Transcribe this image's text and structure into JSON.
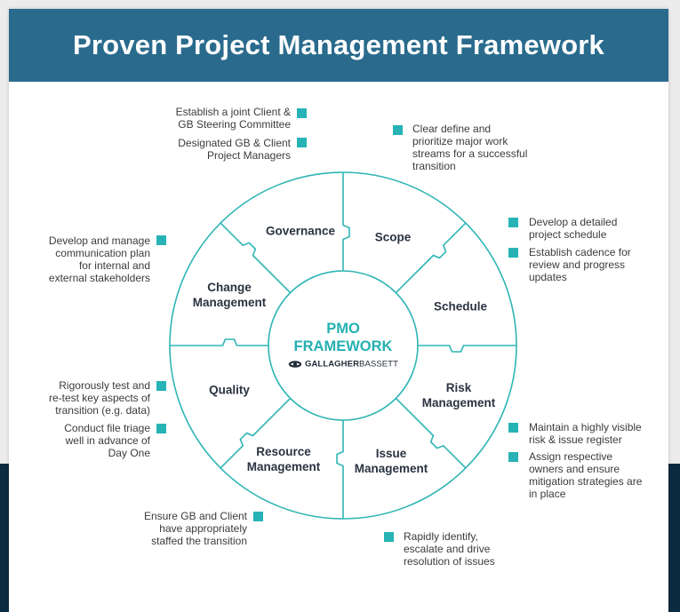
{
  "title": "Proven Project Management Framework",
  "colors": {
    "banner": "#2a6b8d",
    "accent": "#27b3b5",
    "dark_band": "#0b2b40",
    "label_text": "#2a3340"
  },
  "center": {
    "title_line1": "PMO",
    "title_line2": "FRAMEWORK",
    "logo_icon": "gallagher-bassett-logo-icon",
    "logo_gallagher": "GALLAGHER",
    "logo_bassett": "BASSETT"
  },
  "segments": {
    "governance": "Governance",
    "scope": "Scope",
    "schedule": "Schedule",
    "risk_1": "Risk",
    "risk_2": "Management",
    "issue_1": "Issue",
    "issue_2": "Management",
    "resource_1": "Resource",
    "resource_2": "Management",
    "quality": "Quality",
    "change_1": "Change",
    "change_2": "Management"
  },
  "notes": {
    "governance_1": [
      "Establish a joint Client &",
      "GB Steering Committee"
    ],
    "governance_2": [
      "Designated GB & Client",
      "Project Managers"
    ],
    "scope_1": [
      "Clear define and",
      "prioritize major work",
      "streams for a successful",
      "transition"
    ],
    "schedule_1": [
      "Develop a detailed",
      "project schedule"
    ],
    "schedule_2": [
      "Establish cadence for",
      "review and progress",
      "updates"
    ],
    "change_1": [
      "Develop and manage",
      "communication plan",
      "for internal and",
      "external stakeholders"
    ],
    "quality_1": [
      "Rigorously test and",
      "re-test key aspects of",
      "transition (e.g. data)"
    ],
    "quality_2": [
      "Conduct file triage",
      "well in advance of",
      "Day One"
    ],
    "risk_1": [
      "Maintain a highly visible",
      "risk & issue register"
    ],
    "risk_2": [
      "Assign respective",
      "owners and ensure",
      "mitigation strategies are",
      "in place"
    ],
    "resource_1": [
      "Ensure GB and Client",
      "have appropriately",
      "staffed the transition"
    ],
    "issue_1": [
      "Rapidly identify,",
      "escalate and drive",
      "resolution of issues"
    ]
  }
}
